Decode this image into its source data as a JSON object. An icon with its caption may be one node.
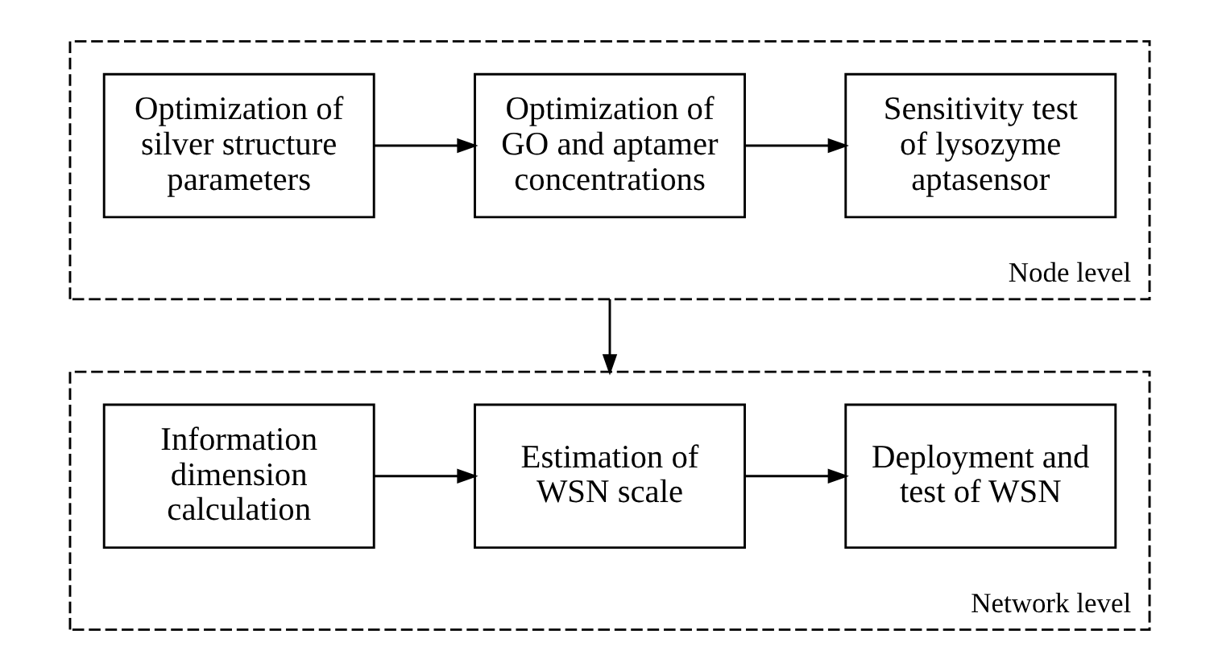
{
  "diagram": {
    "nodes": [
      {
        "text": [
          "Node level"
        ]
      },
      {
        "text": [
          "Optimization of silver structure parameters"
        ],
        "in": 0
      },
      {
        "text": [
          "Optimization of GO and aptamer concentrations"
        ],
        "in": 0
      },
      {
        "text": [
          "Sensitivity test of lysozyme aptasensor"
        ],
        "in": 0
      },
      {
        "text": [
          "Network level"
        ]
      },
      {
        "text": [
          "Information dimension calculation"
        ],
        "in": 4
      },
      {
        "text": [
          "Estimation of WSN scale"
        ],
        "in": 4
      },
      {
        "text": [
          "Deployment and test of WSN"
        ],
        "in": 4
      }
    ],
    "edges": [
      {
        "from": 1,
        "to": 2,
        "arrow": "to"
      },
      {
        "from": 2,
        "to": 3,
        "arrow": "to"
      },
      {
        "from": 0,
        "to": 4,
        "arrow": "to"
      },
      {
        "from": 5,
        "to": 6,
        "arrow": "to"
      },
      {
        "from": 6,
        "to": 7,
        "arrow": "to"
      }
    ]
  }
}
